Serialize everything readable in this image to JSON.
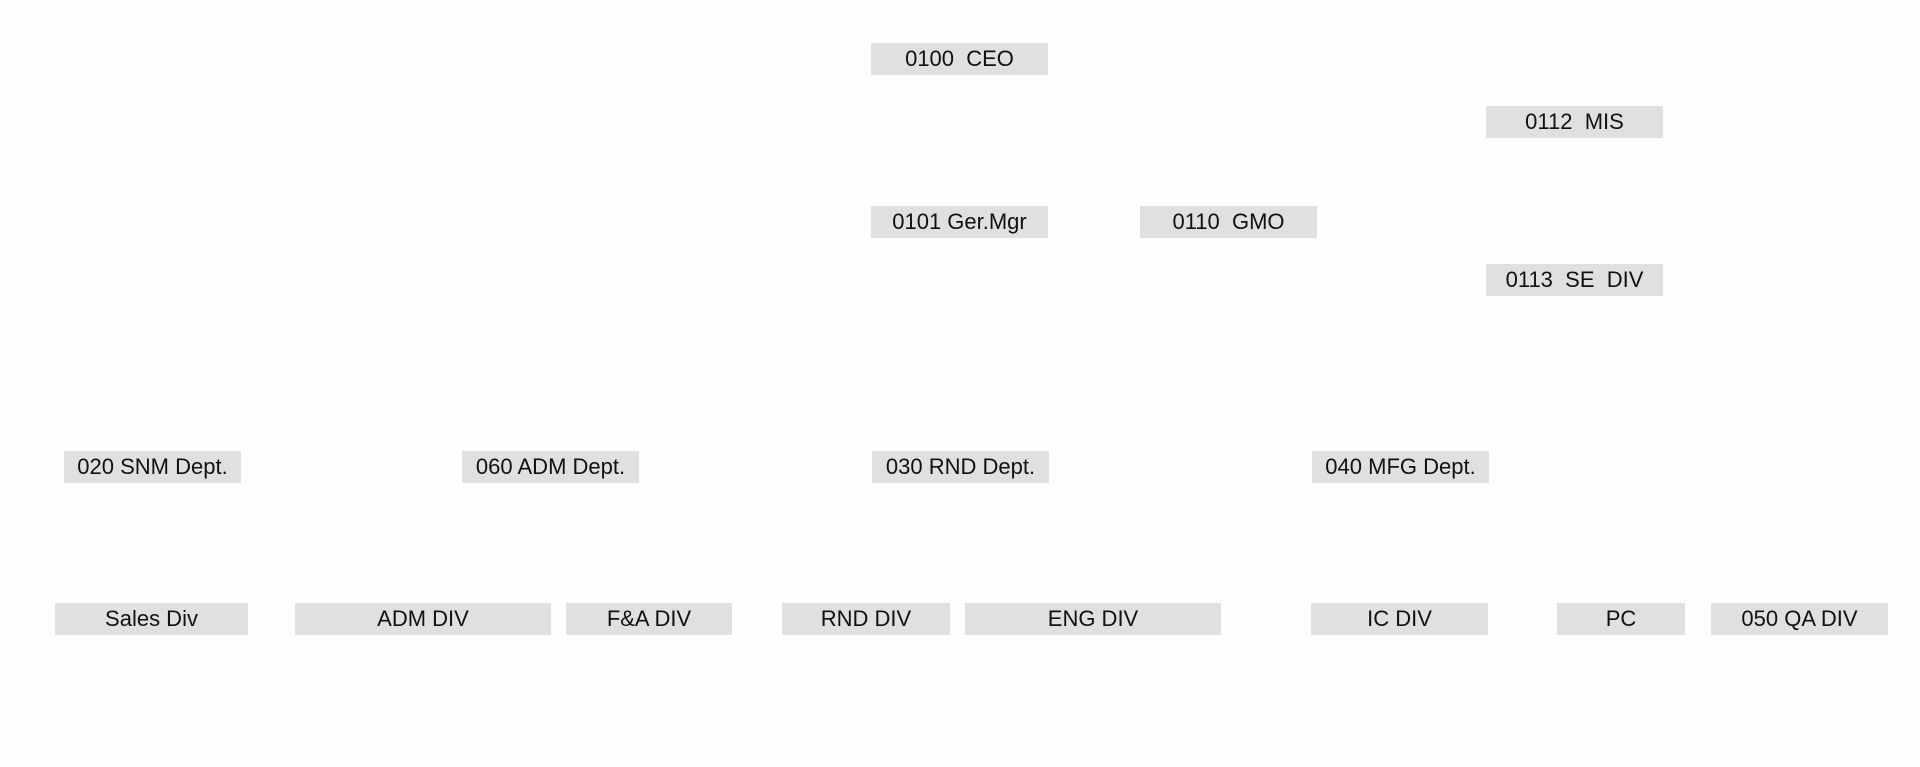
{
  "org_chart": {
    "nodes": {
      "ceo": "0100  CEO",
      "mis": "0112  MIS",
      "ger_mgr": "0101 Ger.Mgr",
      "gmo": "0110  GMO",
      "se_div": "0113  SE  DIV",
      "snm_dept": "020 SNM Dept.",
      "adm_dept": "060 ADM Dept.",
      "rnd_dept": "030 RND Dept.",
      "mfg_dept": "040 MFG Dept.",
      "sales_div": "Sales Div",
      "adm_div": "ADM DIV",
      "fa_div": "F&A DIV",
      "rnd_div": "RND DIV",
      "eng_div": "ENG DIV",
      "ic_div": "IC DIV",
      "pc": "PC",
      "qa_div": "050 QA DIV"
    },
    "node_fill": "#e0e0e0",
    "text_color": "#111111"
  }
}
